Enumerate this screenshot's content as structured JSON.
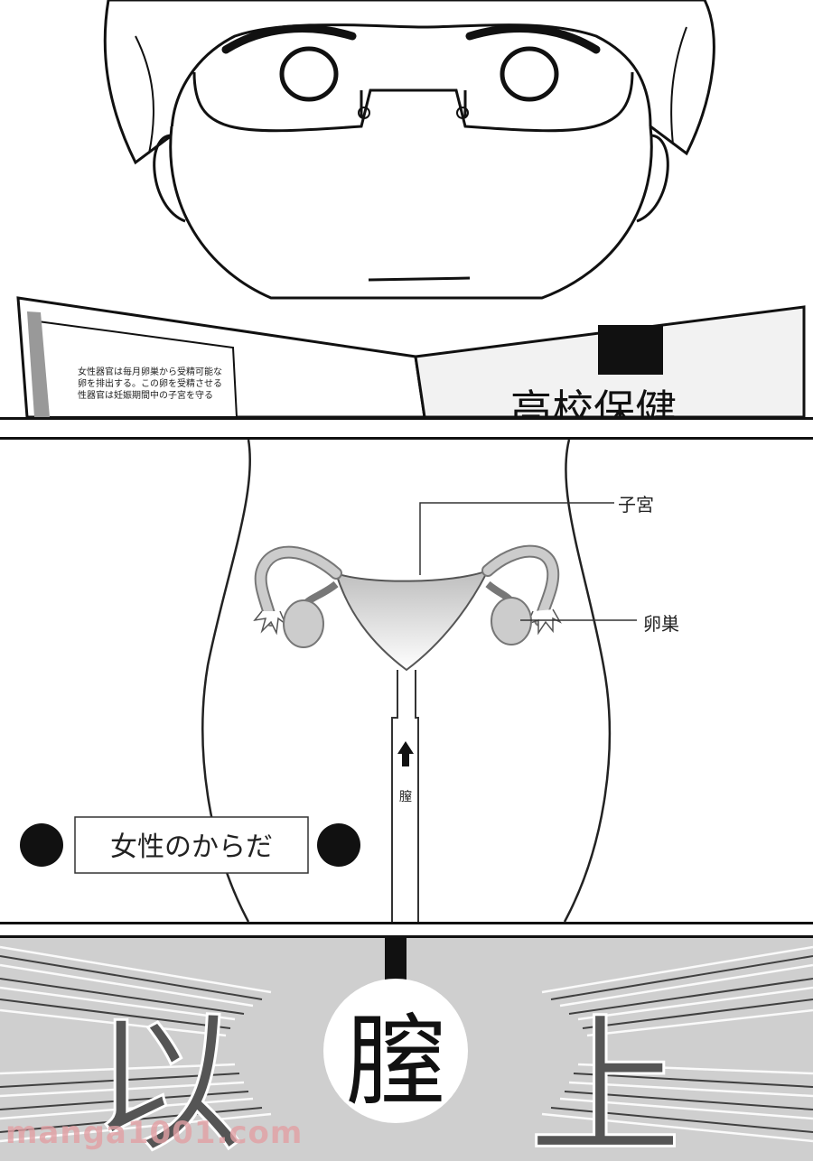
{
  "panel_1": {
    "book": {
      "left_page_lines": [
        "女性器官は毎月卵巣から受精可能な",
        "卵を排出する。この卵を受精させる",
        "性器官は妊娠期間中の子宮を守る"
      ],
      "cover_title": "高校保健"
    }
  },
  "panel_2": {
    "diagram_labels": {
      "uterus": "子宮",
      "ovary": "卵巣",
      "vagina": "膣"
    },
    "caption": "女性のからだ"
  },
  "panel_3": {
    "left_char": "以",
    "center_char": "膣",
    "right_char": "上"
  },
  "watermark": "manga1001.com"
}
